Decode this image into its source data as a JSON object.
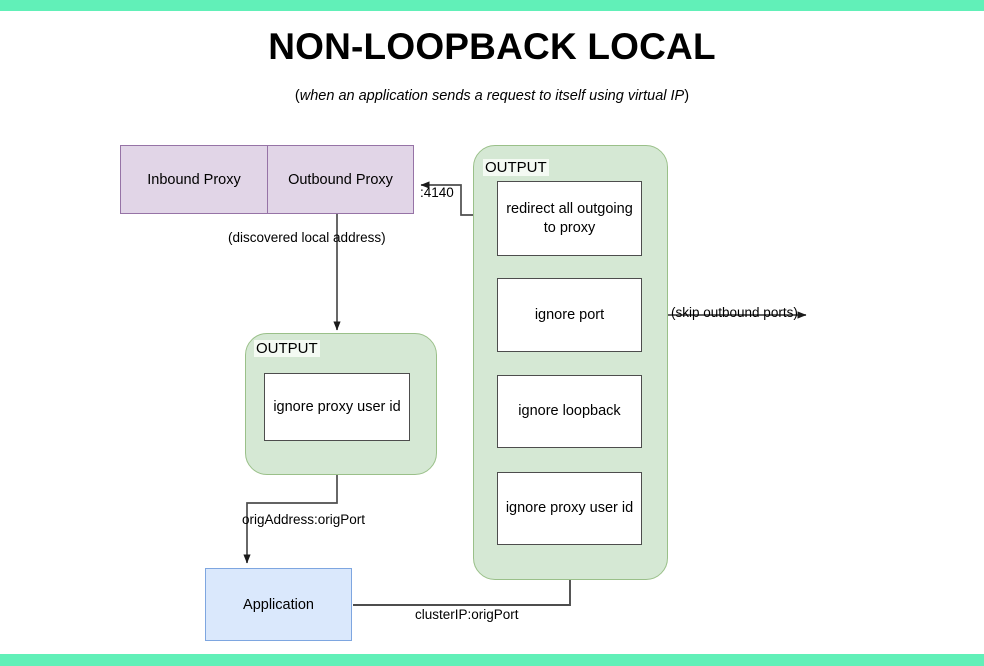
{
  "page": {
    "title": "NON-LOOPBACK LOCAL",
    "subtitle_open": "(",
    "subtitle_italic": "when an application sends a request to itself using virtual IP",
    "subtitle_close": ")",
    "band_color": "#61f0b8",
    "background": "#ffffff"
  },
  "proxy": {
    "inbound_label": "Inbound Proxy",
    "outbound_label": "Outbound Proxy",
    "fill": "#e1d5e7",
    "stroke": "#9673a6"
  },
  "left_group": {
    "label": "OUTPUT",
    "fill": "#d5e8d4",
    "stroke": "#9ac089",
    "boxes": [
      {
        "label": "ignore proxy user id"
      }
    ]
  },
  "right_group": {
    "label": "OUTPUT",
    "fill": "#d5e8d4",
    "stroke": "#9ac089",
    "boxes": [
      {
        "label": "redirect all outgoing to proxy",
        "line1": "redirect all outgoing",
        "line2": "to proxy"
      },
      {
        "label": "ignore port"
      },
      {
        "label": "ignore loopback"
      },
      {
        "label": "ignore proxy user id"
      }
    ]
  },
  "application": {
    "label": "Application",
    "fill": "#dae8fc",
    "stroke": "#7ea6e0"
  },
  "edges": {
    "port_label": ":4140",
    "discovered_label": "(discovered local address)",
    "skip_outbound_label": "(skip outbound ports)",
    "orig_address_label": "origAddress:origPort",
    "cluster_ip_label": "clusterIP:origPort"
  }
}
